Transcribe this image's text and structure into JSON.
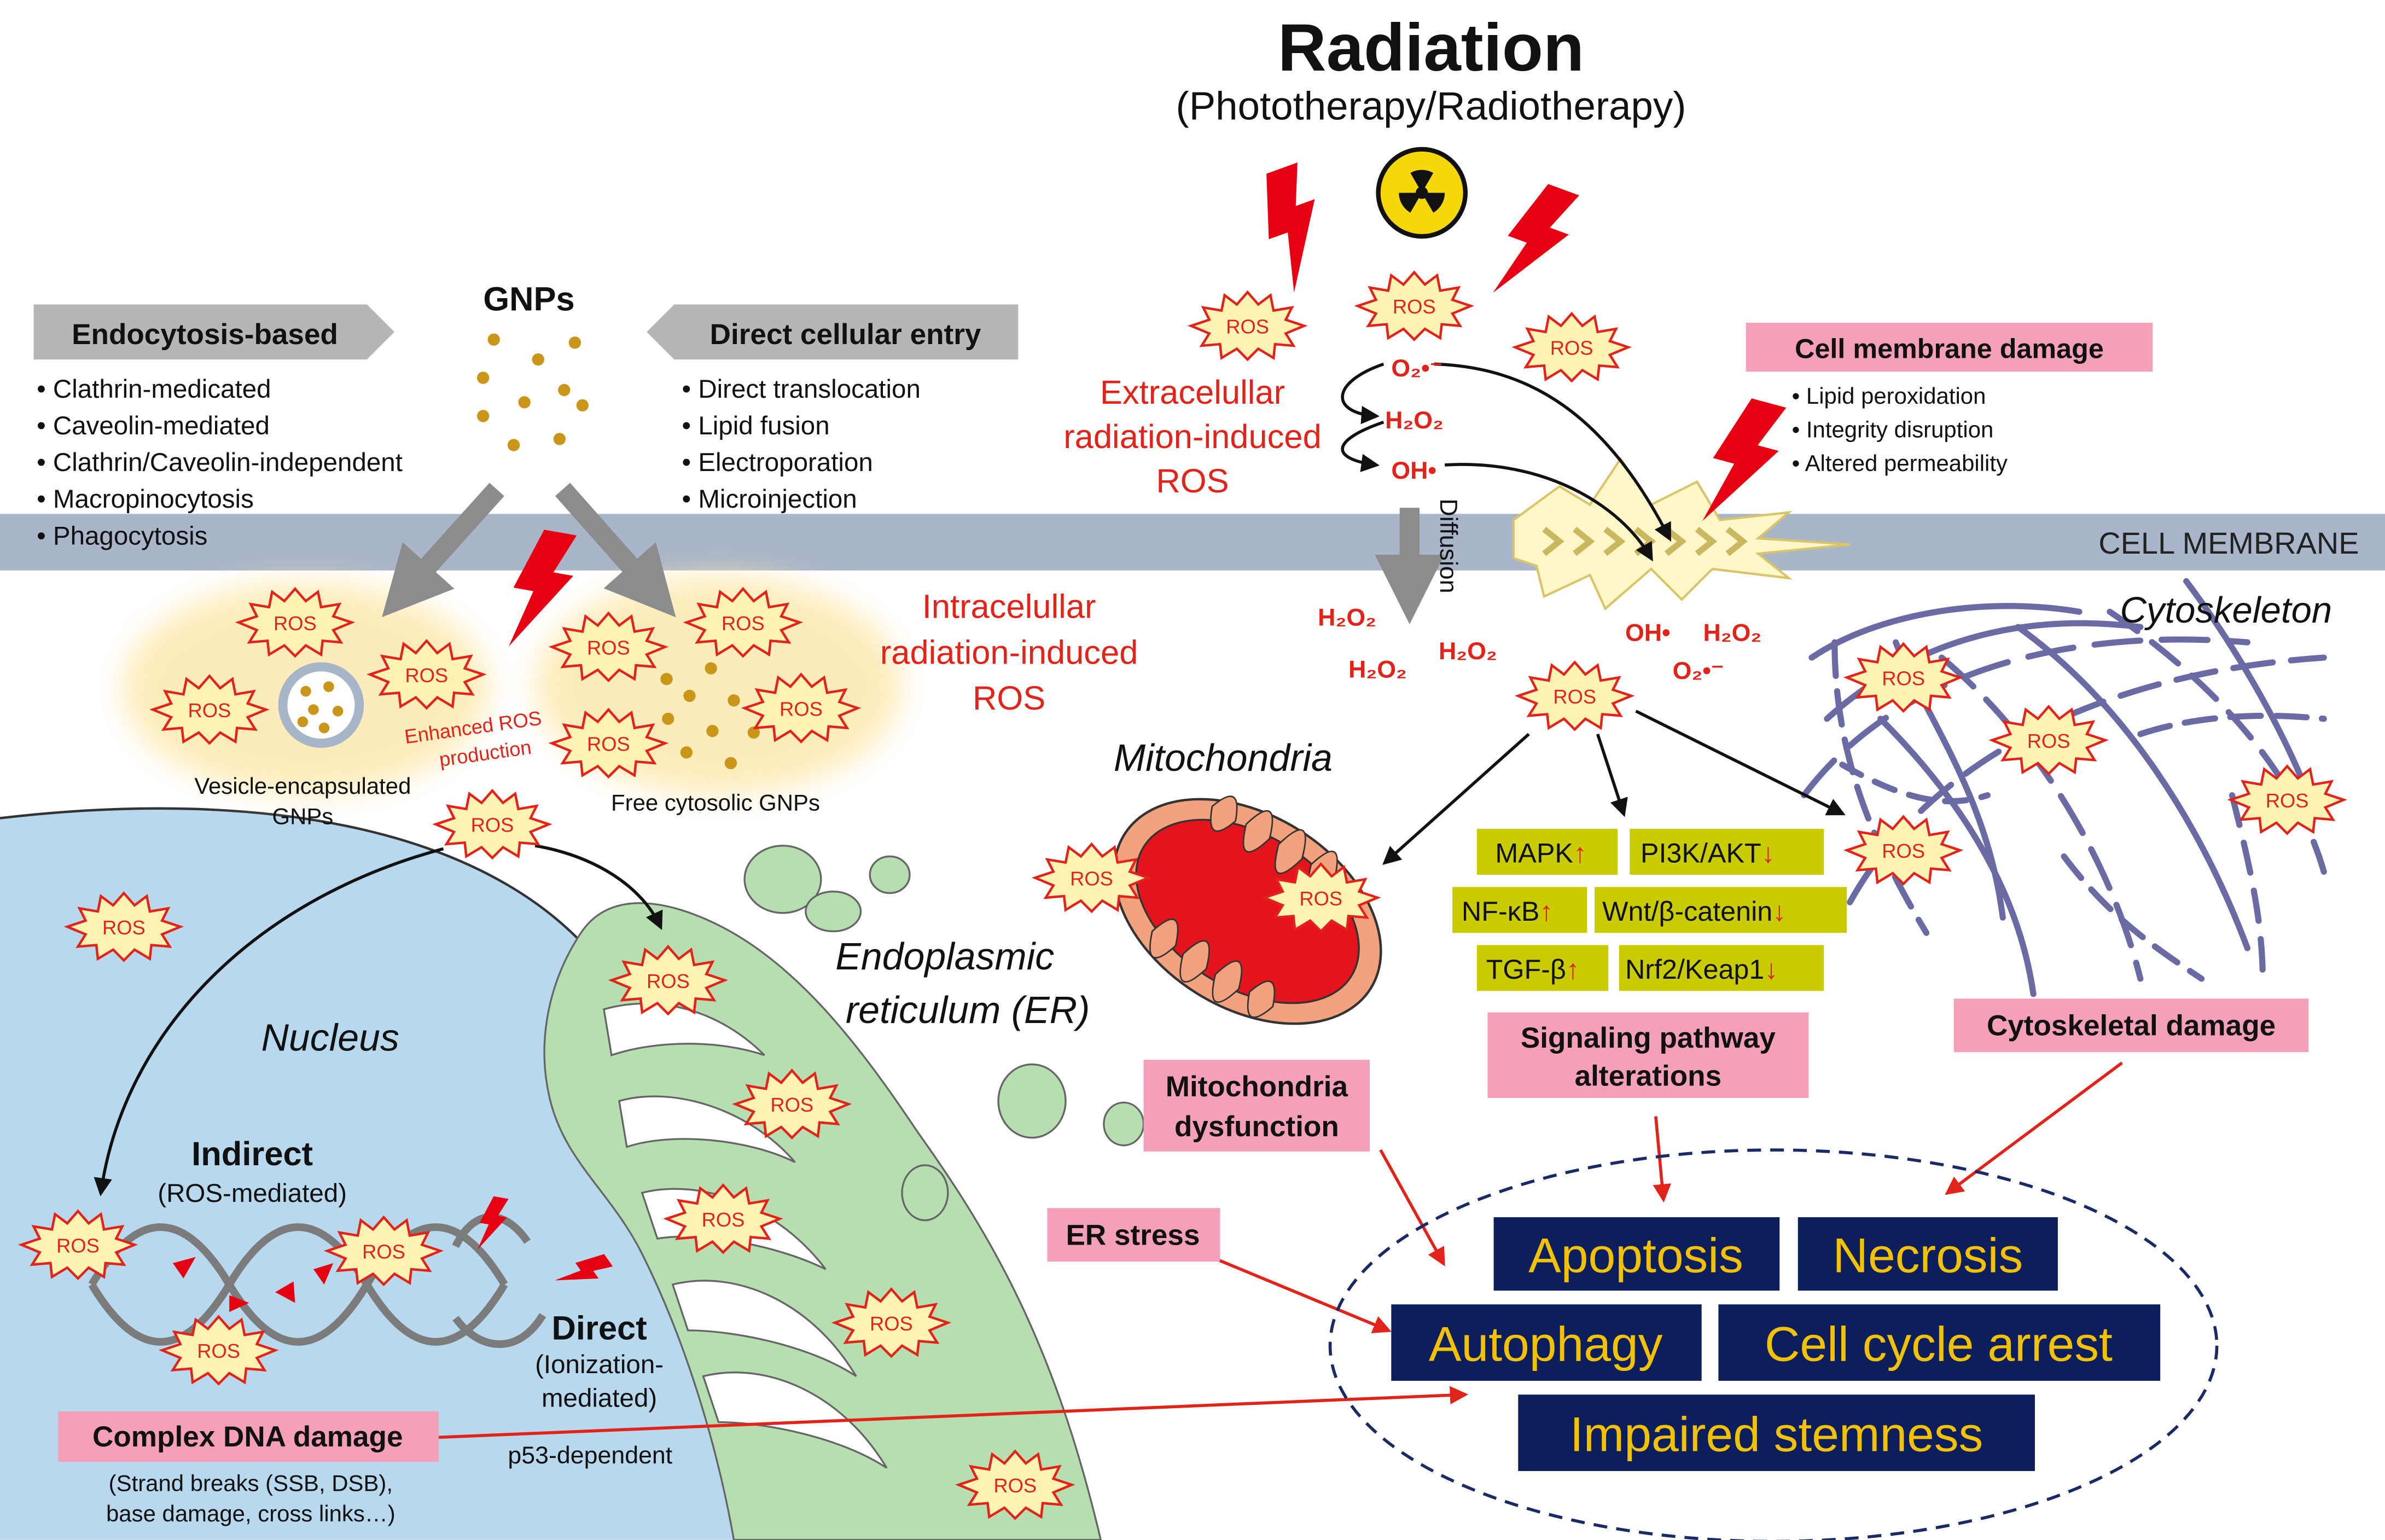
{
  "header": {
    "title": "Radiation",
    "subtitle": "(Phototherapy/Radiotherapy)"
  },
  "gnps": {
    "label": "GNPs",
    "endocytosis": {
      "title": "Endocytosis-based",
      "items": [
        "• Clathrin-medicated",
        "• Caveolin-mediated",
        "• Clathrin/Caveolin-independent",
        "• Macropinocytosis",
        "• Phagocytosis"
      ]
    },
    "direct_entry": {
      "title": "Direct cellular entry",
      "items": [
        "• Direct translocation",
        "• Lipid fusion",
        "• Electroporation",
        "• Microinjection"
      ]
    },
    "vesicle_label": [
      "Vesicle-encapsulated",
      "GNPs"
    ],
    "free_label": "Free cytosolic GNPs",
    "enhanced_label": [
      "Enhanced ROS",
      "production"
    ]
  },
  "ros": {
    "badge": "ROS",
    "extracellular": [
      "Extracelullar",
      "radiation-induced",
      "ROS"
    ],
    "intracellular": [
      "Intracelullar",
      "radiation-induced",
      "ROS"
    ],
    "o2_radical": "O₂•⁻",
    "h2o2": "H₂O₂",
    "oh_radical": "OH•",
    "diffusion": "Diffusion"
  },
  "membrane": {
    "label": "CELL MEMBRANE",
    "damage_title": "Cell membrane damage",
    "damage_items": [
      "• Lipid peroxidation",
      "• Integrity disruption",
      "• Altered permeability"
    ]
  },
  "organelles": {
    "cytoskeleton": "Cytoskeleton",
    "mitochondria": "Mitochondria",
    "er": [
      "Endoplasmic",
      "reticulum (ER)"
    ],
    "nucleus": "Nucleus"
  },
  "pathways": {
    "rows": [
      [
        {
          "name": "MAPK",
          "arrow": "↑"
        },
        {
          "name": "PI3K/AKT",
          "arrow": "↓"
        }
      ],
      [
        {
          "name": "NF-κB",
          "arrow": "↑"
        },
        {
          "name": "Wnt/β-catenin",
          "arrow": "↓"
        }
      ],
      [
        {
          "name": "TGF-β",
          "arrow": "↑"
        },
        {
          "name": "Nrf2/Keap1",
          "arrow": "↓"
        }
      ]
    ],
    "title": [
      "Signaling pathway",
      "alterations"
    ]
  },
  "damage_labels": {
    "cytoskeletal": "Cytoskeletal damage",
    "mito": [
      "Mitochondria",
      "dysfunction"
    ],
    "er_stress": "ER stress",
    "dna_title": "Complex DNA damage",
    "dna_details": [
      "(Strand breaks (SSB, DSB),",
      "base damage, cross links…)"
    ]
  },
  "dna": {
    "indirect_title": "Indirect",
    "indirect_sub": "(ROS-mediated)",
    "direct_title": "Direct",
    "direct_sub": [
      "(Ionization-",
      "mediated)"
    ],
    "p53": "p53-dependent"
  },
  "outcomes": [
    "Apoptosis",
    "Necrosis",
    "Autophagy",
    "Cell cycle arrest",
    "Impaired stemness"
  ],
  "colors": {
    "membrane": "#a9b5c8",
    "nucleus": "#b8d8ee",
    "er": "#b6deb0",
    "ros_fill": "#fff2b5",
    "ros_stroke": "#e2231a",
    "red": "#e2231a",
    "pink": "#f4a0b9",
    "pathway_box": "#c8cc00",
    "outcome_box": "#0d1e5c",
    "outcome_text": "#f2c200",
    "cytoskeleton": "#6a6aa4",
    "gnp": "#c9961a"
  }
}
